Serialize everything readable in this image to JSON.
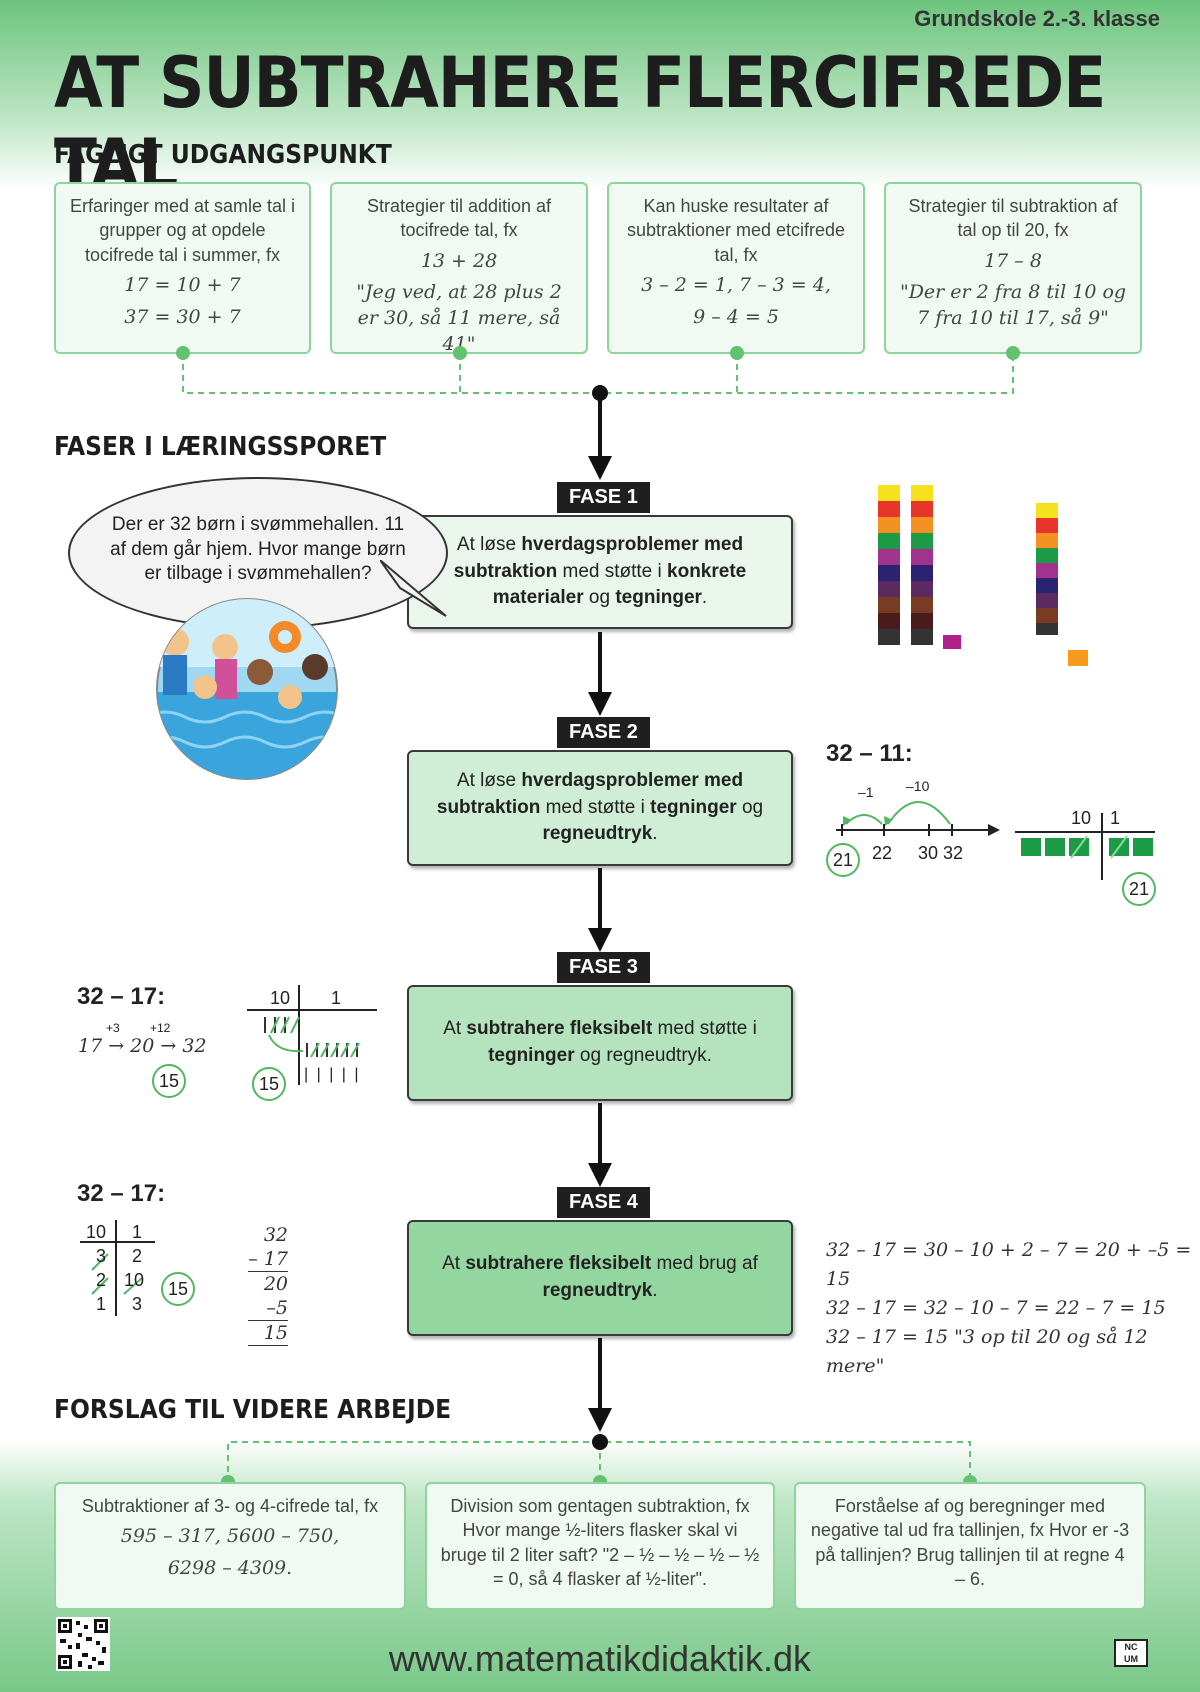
{
  "header": {
    "grade": "Grundskole 2.-3. klasse",
    "title": "AT SUBTRAHERE FLERCIFREDE TAL"
  },
  "sections": {
    "start": "FAGLIGT UDGANGSPUNKT",
    "phases": "FASER I LÆRINGSSPORET",
    "further": "FORSLAG TIL VIDERE ARBEJDE"
  },
  "start_boxes": [
    {
      "text": "Erfaringer med at samle tal i grupper og at opdele tocifrede tal i summer, fx",
      "ex1": "17 = 10 + 7",
      "ex2": "37 = 30 + 7"
    },
    {
      "text": "Strategier til addition af tocifrede tal, fx",
      "ex1": "13 + 28",
      "ex2": "\"Jeg ved, at 28 plus 2 er 30, så 11 mere, så 41\""
    },
    {
      "text": "Kan huske resultater af subtraktioner med etcifrede tal, fx",
      "ex1": "3 – 2 = 1, 7 – 3 = 4,",
      "ex2": "9 – 4 = 5"
    },
    {
      "text": "Strategier til subtraktion af tal op til 20, fx",
      "ex1": "17 – 8",
      "ex2": "\"Der er 2 fra 8 til 10 og 7 fra 10 til 17, så 9\""
    }
  ],
  "bubble": "Der er 32 børn i svømmehallen. 11 af dem går hjem. Hvor mange børn er tilbage i svømmehallen?",
  "phases": [
    {
      "tag": "FASE 1",
      "a": "At løse ",
      "b": "hverdagsproblemer med subtraktion",
      "c": " med støtte i ",
      "d": "konkrete materialer",
      "e": " og ",
      "f": "tegninger",
      "g": "."
    },
    {
      "tag": "FASE 2",
      "a": "At løse ",
      "b": "hverdagsproblemer med subtraktion",
      "c": " med støtte i ",
      "d": "tegninger",
      "e": " og ",
      "f": "regneudtryk",
      "g": "."
    },
    {
      "tag": "FASE 3",
      "a": "At ",
      "b": "subtrahere fleksibelt",
      "c": " med støtte i ",
      "d": "tegninger",
      "e": " og regneudtryk.",
      "f": "",
      "g": ""
    },
    {
      "tag": "FASE 4",
      "a": "At ",
      "b": "subtrahere fleksibelt",
      "c": " med brug af ",
      "d": "regneudtryk",
      "e": ".",
      "f": "",
      "g": ""
    }
  ],
  "colors": {
    "phase1": "#eaf6ec",
    "phase2": "#cfeed5",
    "phase3": "#b4e3bd",
    "phase4": "#93d6a0",
    "accent": "#52b762"
  },
  "fase2_example": {
    "head": "32 – 11:",
    "jump1": "–1",
    "jump2": "–10",
    "ticks": [
      "21",
      "22",
      "30",
      "32"
    ],
    "pv_tens": "10",
    "pv_ones": "1",
    "result": "21"
  },
  "fase3_example": {
    "head": "32 – 17:",
    "step1": "+3",
    "step2": "+12",
    "line": "17 → 20 → 32",
    "result": "15",
    "pv_tens": "10",
    "pv_ones": "1",
    "tally": "| | | | |",
    "result2": "15"
  },
  "fase4_example": {
    "head": "32 – 17:",
    "pv_tens": "10",
    "pv_ones": "1",
    "rows": [
      [
        "3",
        "2"
      ],
      [
        "2",
        "10"
      ],
      [
        "1",
        "3"
      ]
    ],
    "result": "15",
    "col": [
      "32",
      "– 17",
      "20",
      "–5",
      "15"
    ],
    "eqs": [
      "32 – 17 = 30 – 10 + 2 – 7 = 20 + –5 = 15",
      "32 – 17 = 32 – 10 – 7 = 22 – 7 = 15",
      "32 – 17 = 15 \"3 op til 20 og så 12 mere\""
    ]
  },
  "further_boxes": [
    {
      "text": "Subtraktioner af 3- og 4-cifrede tal, fx",
      "ex1": "595 – 317,  5600 – 750,",
      "ex2": "6298 – 4309."
    },
    {
      "text": "Division som gentagen subtraktion, fx Hvor mange ½-liters flasker skal vi bruge til 2 liter saft? \"2 – ½ – ½ – ½ – ½ = 0, så 4 flasker af ½-liter\".",
      "ex1": "",
      "ex2": ""
    },
    {
      "text": "Forståelse af og beregninger med negative tal ud fra tallinjen, fx Hvor er -3 på tallinjen? Brug tallinjen til at regne 4 – 6.",
      "ex1": "",
      "ex2": ""
    }
  ],
  "footer": {
    "url": "www.matematikdidaktik.dk",
    "logo": "NCUM"
  }
}
